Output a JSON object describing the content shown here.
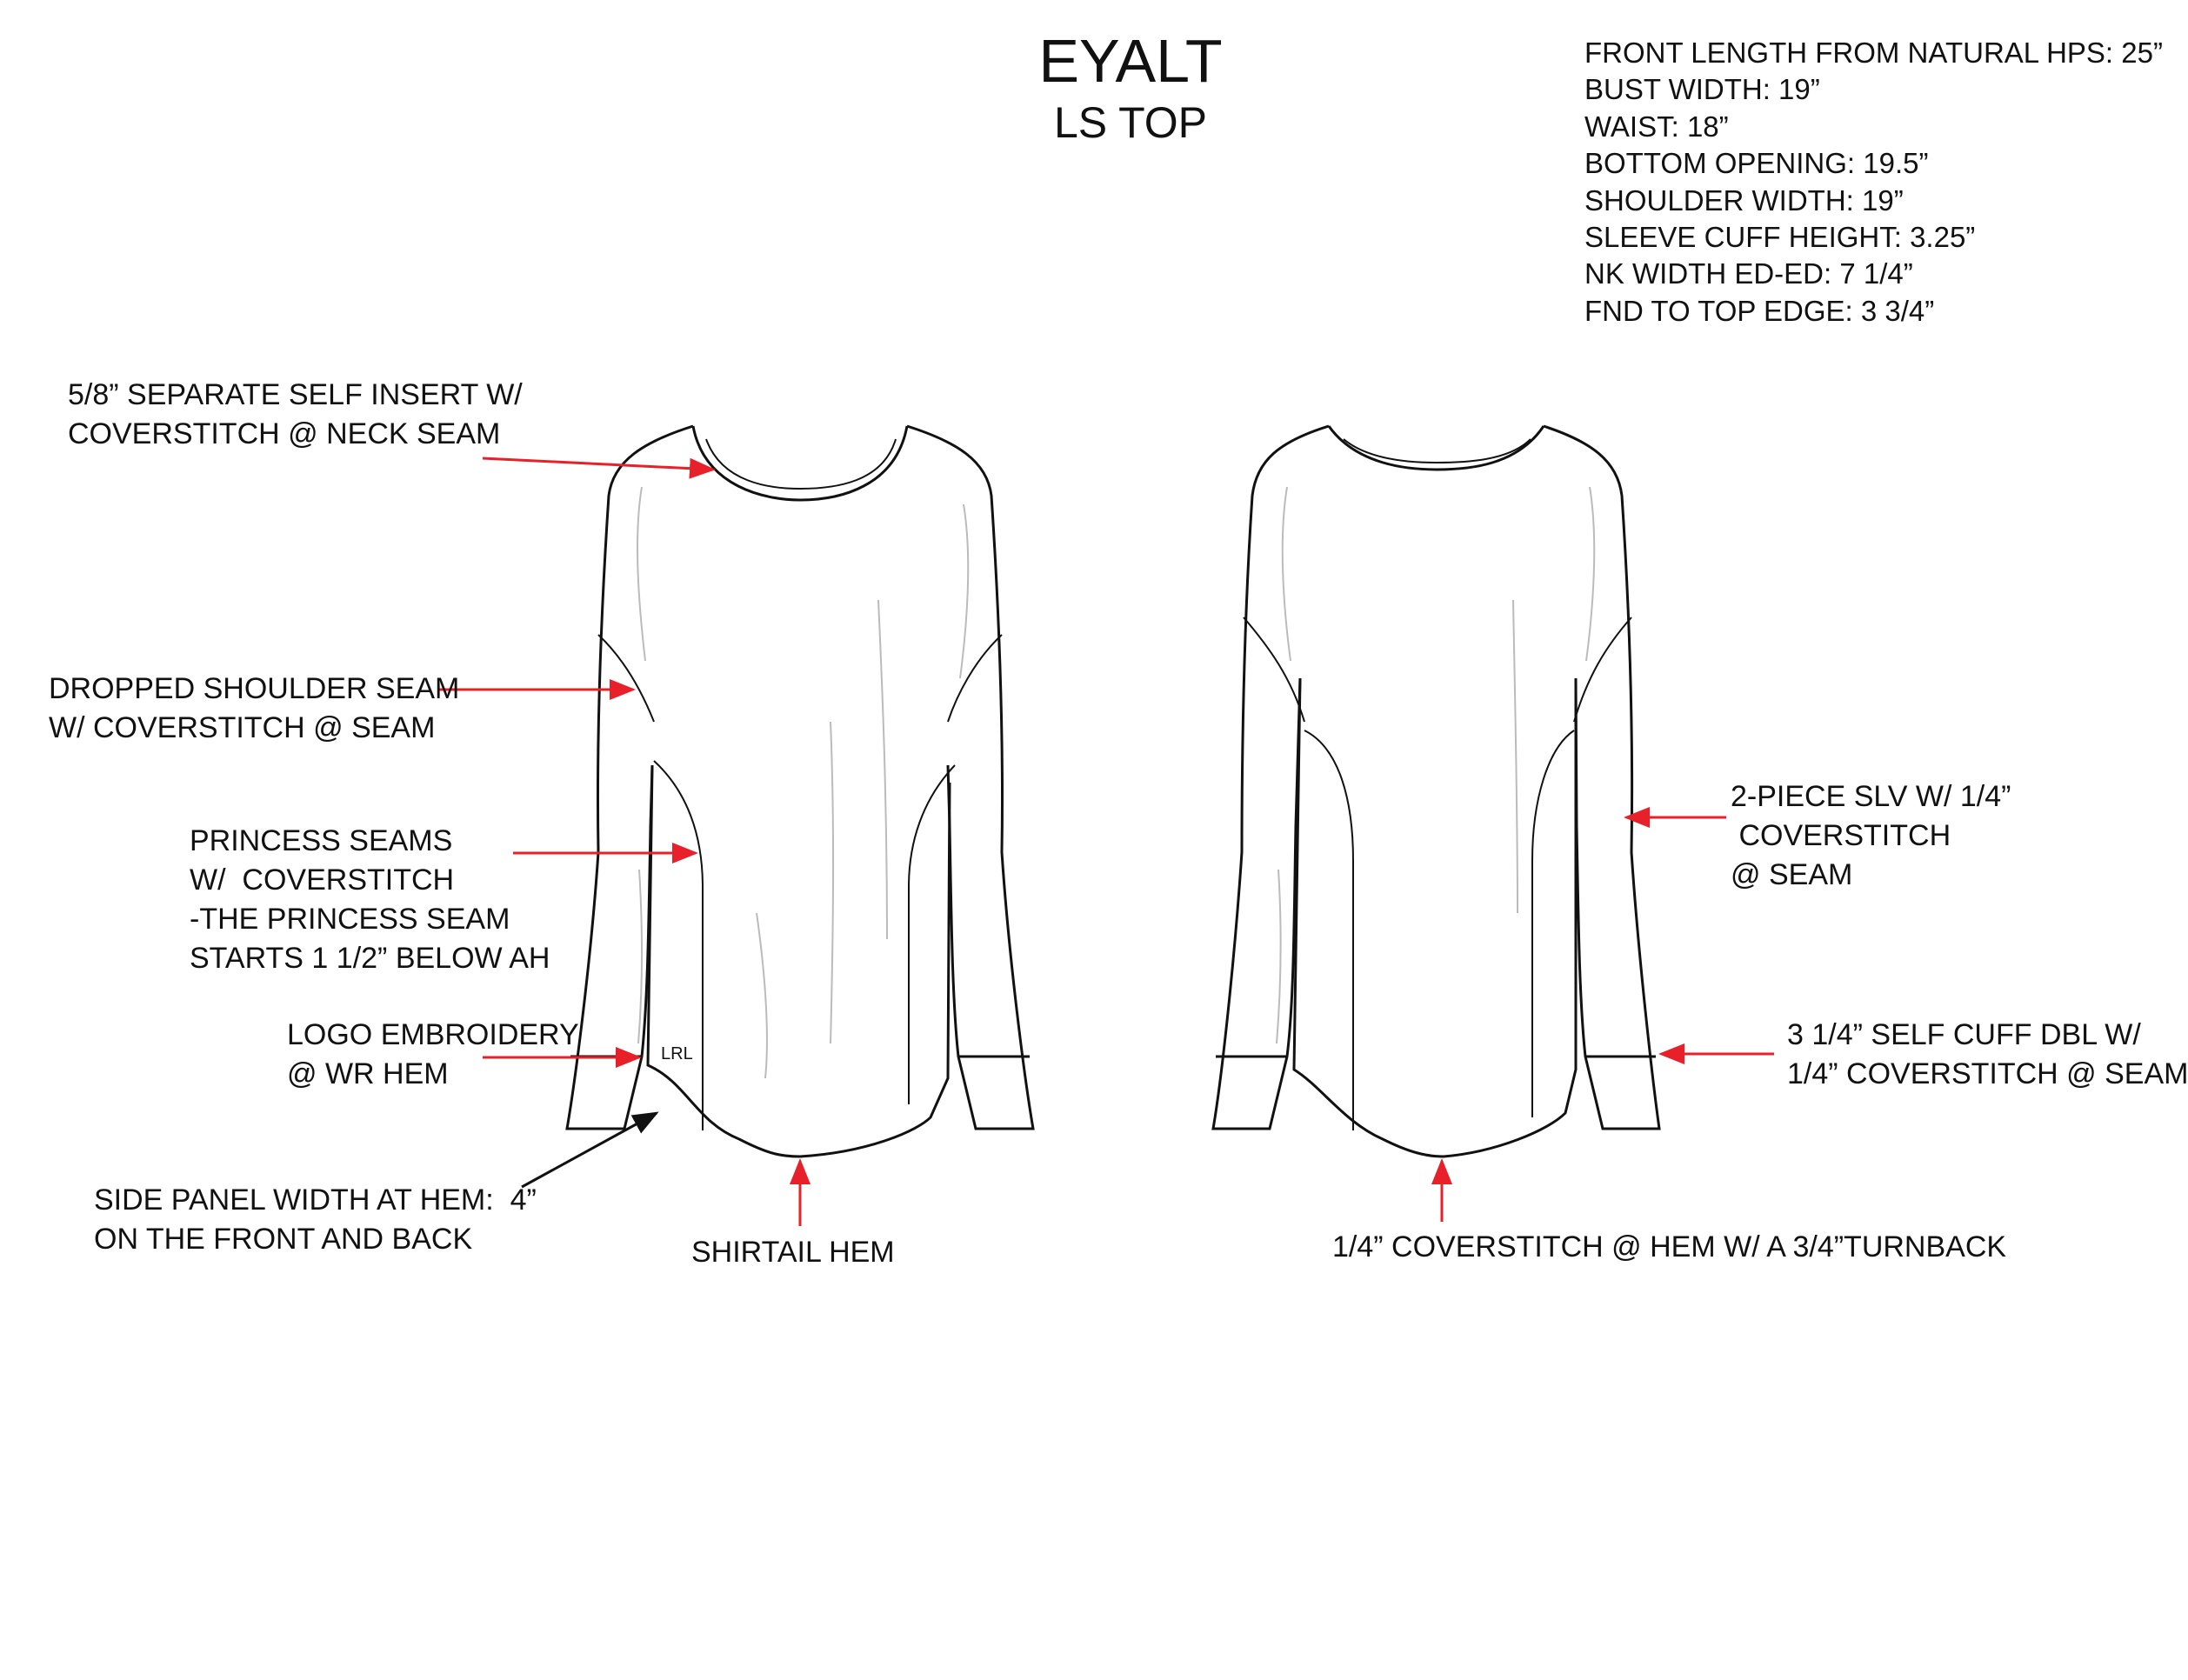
{
  "header": {
    "title": "EYALT",
    "subtitle": "LS  TOP"
  },
  "specs": [
    "FRONT LENGTH FROM NATURAL HPS: 25”",
    "BUST WIDTH:  19”",
    "WAIST:  18”",
    "BOTTOM OPENING: 19.5”",
    "SHOULDER WIDTH:  19”",
    "SLEEVE CUFF HEIGHT: 3.25”",
    "NK WIDTH ED-ED:  7 1/4”",
    "FND TO TOP EDGE:  3 3/4”"
  ],
  "callouts": {
    "neck_seam": [
      "5/8” SEPARATE SELF INSERT W/",
      "COVERSTITCH @ NECK SEAM"
    ],
    "dropped_shoulder": [
      "DROPPED SHOULDER SEAM",
      "W/ COVERSTITCH @ SEAM"
    ],
    "princess_seams": [
      "PRINCESS SEAMS",
      "W/  COVERSTITCH",
      "-THE PRINCESS SEAM",
      "STARTS 1 1/2” BELOW AH"
    ],
    "logo_embroidery": [
      "LOGO EMBROIDERY",
      "@ WR HEM"
    ],
    "side_panel": [
      "SIDE PANEL WIDTH AT HEM:  4”",
      "ON THE FRONT AND BACK"
    ],
    "shirttail_hem": [
      "SHIRTAIL HEM"
    ],
    "two_piece_sleeve": [
      "2-PIECE SLV W/ 1/4”",
      " COVERSTITCH",
      "@ SEAM"
    ],
    "self_cuff": [
      "3 1/4” SELF CUFF DBL W/",
      "1/4” COVERSTITCH @ SEAM"
    ],
    "back_hem": [
      "1/4” COVERSTITCH @ HEM W/ A 3/4”TURNBACK"
    ]
  },
  "logo_text": "LRL",
  "colors": {
    "arrow_red": "#e8202a",
    "arrow_black": "#111111",
    "outline": "#111111",
    "stitch": "#555555",
    "fold_lines": "#bbbbbb"
  }
}
